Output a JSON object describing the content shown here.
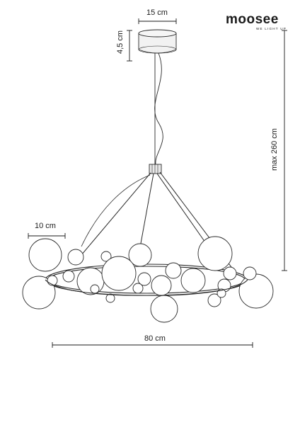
{
  "brand": {
    "name": "moosee",
    "tagline": "WE LIGHT UP"
  },
  "dimensions": {
    "canopy_width": "15 cm",
    "canopy_height": "4,5 cm",
    "total_height": "max 260 cm",
    "globe_diameter": "10 cm",
    "total_width": "80 cm"
  },
  "colors": {
    "line": "#2a2a2a",
    "canopy_fill": "#f2f2f2",
    "globe_fill": "#ffffff"
  }
}
